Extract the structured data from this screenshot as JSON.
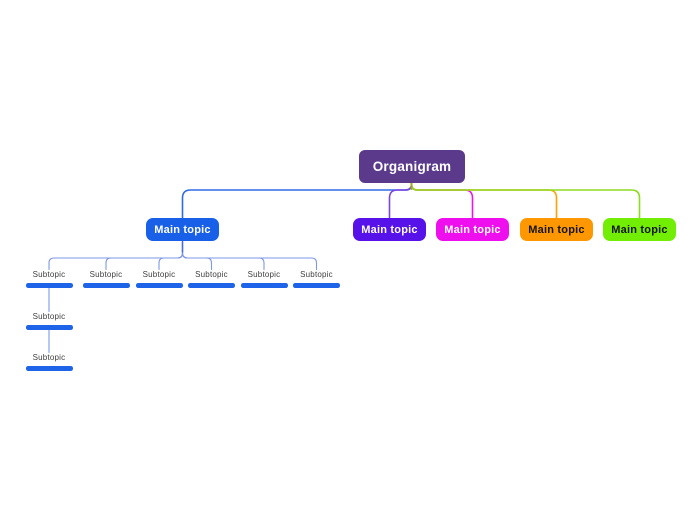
{
  "canvas": {
    "background": "#ffffff"
  },
  "root": {
    "label": "Organigram",
    "fill": "#5b3a8c",
    "text_color": "#ffffff",
    "stub_color": "#a4a81e"
  },
  "main_topics": [
    {
      "label": "Main topic",
      "fill": "#1960e8",
      "text_color": "#ffffff",
      "edge_color": "#2e6be6"
    },
    {
      "label": "Main topic",
      "fill": "#5711e9",
      "text_color": "#ffffff",
      "edge_color": "#7a45e6"
    },
    {
      "label": "Main topic",
      "fill": "#ee0eee",
      "text_color": "#ffffff",
      "edge_color": "#f014ea"
    },
    {
      "label": "Main topic",
      "fill": "#ff9800",
      "text_color": "#141414",
      "edge_color": "#ffa000"
    },
    {
      "label": "Main topic",
      "fill": "#72ee05",
      "text_color": "#141414",
      "edge_color": "#8ddc20"
    }
  ],
  "subtopics": {
    "bar_color": "#1e64e8",
    "text_color": "#3d3d3d",
    "connector_color": "#7e97e8",
    "stub_color": "#3f6ce4",
    "items": [
      {
        "label": "Subtopic"
      },
      {
        "label": "Subtopic"
      },
      {
        "label": "Subtopic"
      },
      {
        "label": "Subtopic"
      },
      {
        "label": "Subtopic"
      },
      {
        "label": "Subtopic"
      }
    ],
    "nested": [
      {
        "label": "Subtopic"
      },
      {
        "label": "Subtopic"
      }
    ]
  }
}
